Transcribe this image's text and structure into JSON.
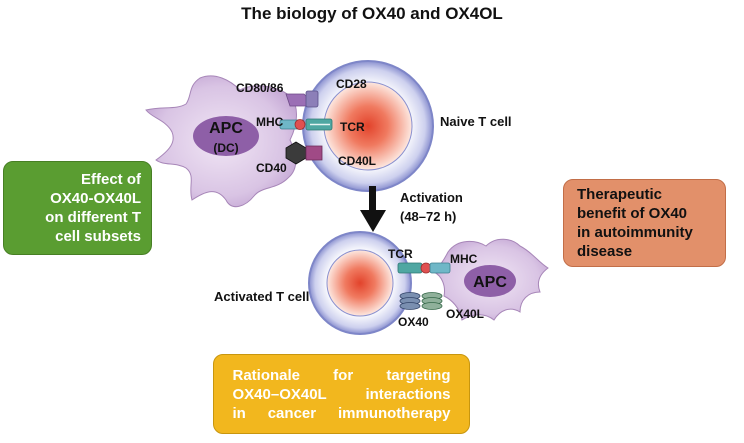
{
  "title": "The biology of OX40 and OX4OL",
  "apc_top": {
    "label": "APC",
    "sublabel": "(DC)"
  },
  "apc_bottom": {
    "label": "APC"
  },
  "molecules_top": {
    "cd80_86": "CD80/86",
    "cd28": "CD28",
    "mhc": "MHC",
    "tcr": "TCR",
    "cd40": "CD40",
    "cd40l": "CD40L"
  },
  "molecules_bottom": {
    "tcr": "TCR",
    "mhc": "MHC",
    "ox40": "OX40",
    "ox40l": "OX40L"
  },
  "naive_label": "Naive T cell",
  "activated_label": "Activated T cell",
  "activation": {
    "line1": "Activation",
    "line2": "(48–72 h)"
  },
  "boxes": {
    "effect": [
      "Effect of",
      "OX40-OX40L",
      "on different T",
      "cell subsets"
    ],
    "therapeutic": [
      "Therapeutic",
      "benefit of OX40",
      "in autoimmunity",
      "disease"
    ],
    "rationale": [
      "Rationale for targeting",
      "OX40–OX40L interactions",
      "in cancer immunotherapy"
    ]
  },
  "colors": {
    "effect_box": "#5a9d31",
    "therapeutic_box": "#e2906a",
    "rationale_box": "#f2b71e",
    "apc_fill": "#d8c2e4",
    "nucleus": "#8e5fa7",
    "tcell_ring": "#9aa2d8",
    "tcell_core": "#e2432b"
  }
}
